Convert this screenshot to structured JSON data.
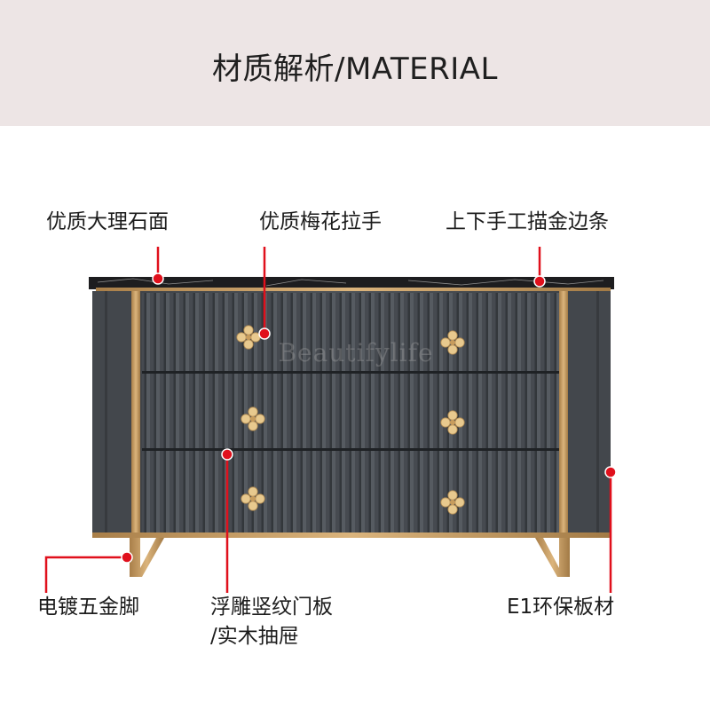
{
  "header": {
    "title": "材质解析/MATERIAL"
  },
  "labels": {
    "marble_top": "优质大理石面",
    "plum_handle": "优质梅花拉手",
    "gold_trim": "上下手工描金边条",
    "legs": "电镀五金脚",
    "door_panel_line1": "浮雕竖纹门板",
    "door_panel_line2": "/实木抽屉",
    "board": "E1环保板材"
  },
  "watermark": "Beautifylife",
  "colors": {
    "header_bg": "#ede5e5",
    "marker": "#e0101c",
    "cabinet": "#4a4e53",
    "gold": "#c9a06a",
    "marble": "#1d1d1f"
  }
}
